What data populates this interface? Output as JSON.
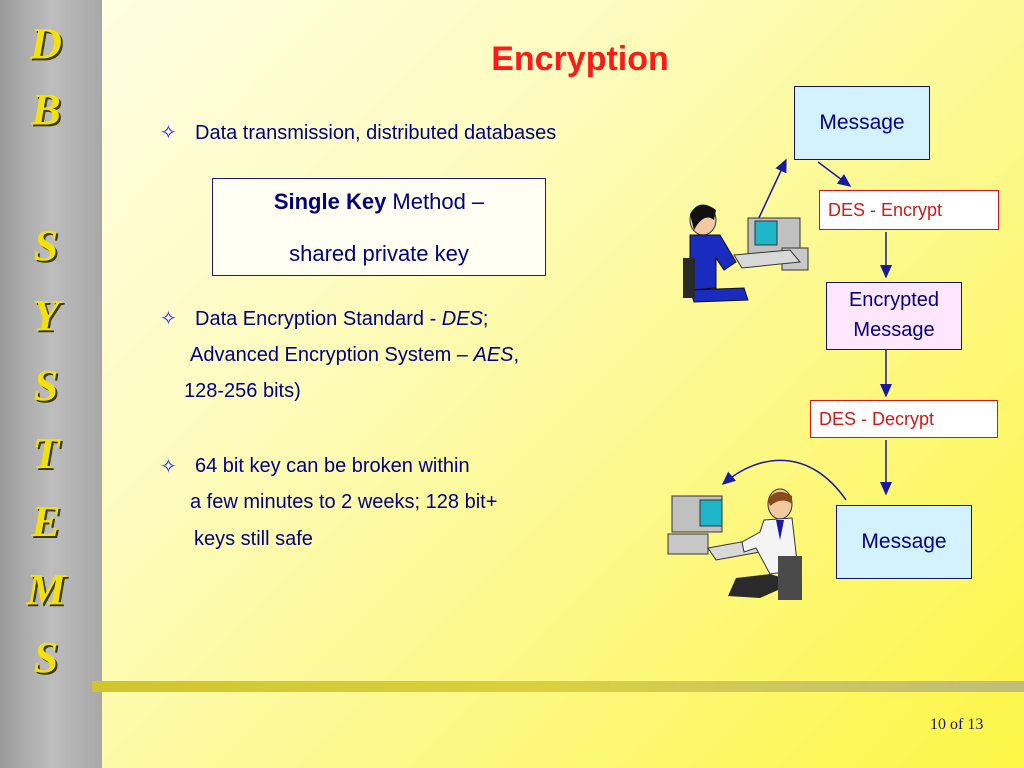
{
  "sidebar": {
    "letters": [
      "D",
      "B",
      "S",
      "Y",
      "S",
      "T",
      "E",
      "M",
      "S"
    ]
  },
  "title": "Encryption",
  "bullets": [
    {
      "lines": [
        "Data transmission, distributed databases"
      ]
    },
    {
      "line1_pre": "Data Encryption Standard - ",
      "line1_em": "DES",
      "line1_post": ";",
      "line2_pre": "Advanced Encryption System – ",
      "line2_em": "AES",
      "line2_post": ",",
      "line3": "128-256 bits)"
    },
    {
      "line1": "64 bit key can be broken within",
      "line2": "a few minutes to 2 weeks; 128 bit+",
      "line3": "keys still safe"
    }
  ],
  "keybox": {
    "bold": "Single Key",
    "rest": " Method –",
    "line2": "shared private key"
  },
  "diagram": {
    "message_top": "Message",
    "encrypt": "DES - Encrypt",
    "encrypted_line1": "Encrypted",
    "encrypted_line2": "Message",
    "decrypt": "DES - Decrypt",
    "message_bottom": "Message"
  },
  "footer": {
    "page": "10 of 13"
  }
}
